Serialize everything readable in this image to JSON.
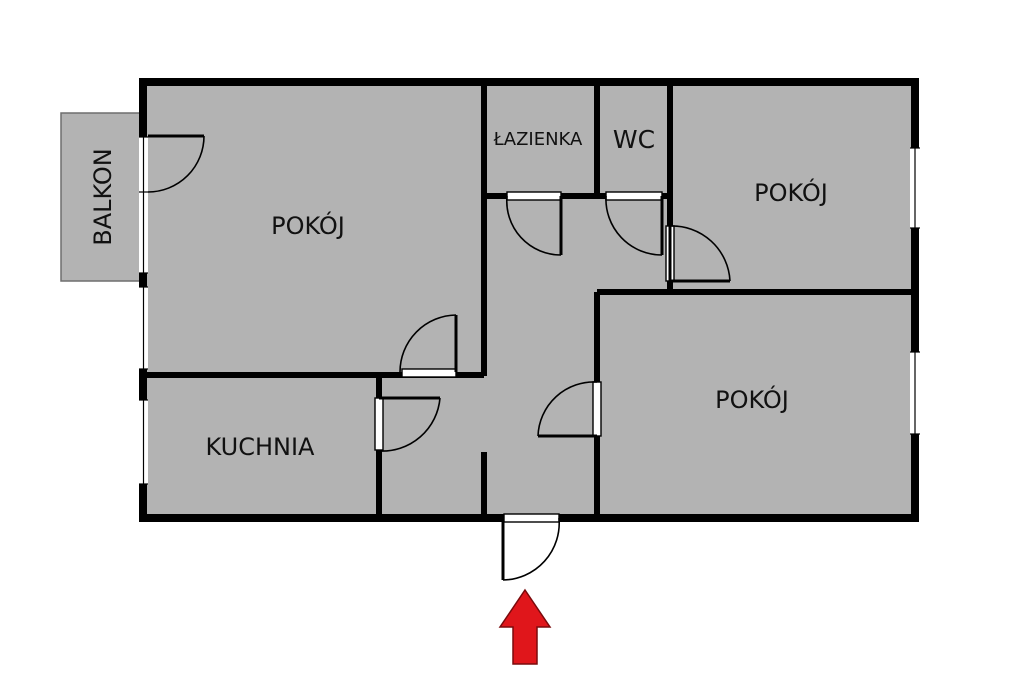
{
  "rooms": {
    "balkon": "BALKON",
    "pokoj_main": "POKÓJ",
    "lazienka": "ŁAZIENKA",
    "wc": "WC",
    "pokoj_right_top": "POKÓJ",
    "pokoj_right_bottom": "POKÓJ",
    "kuchnia": "KUCHNIA"
  },
  "colors": {
    "room_fill": "#b3b3b3",
    "wall": "#000000",
    "entrance_arrow": "#e0161b",
    "background": "#ffffff"
  },
  "icons": {
    "entrance": "arrow-up-icon"
  }
}
